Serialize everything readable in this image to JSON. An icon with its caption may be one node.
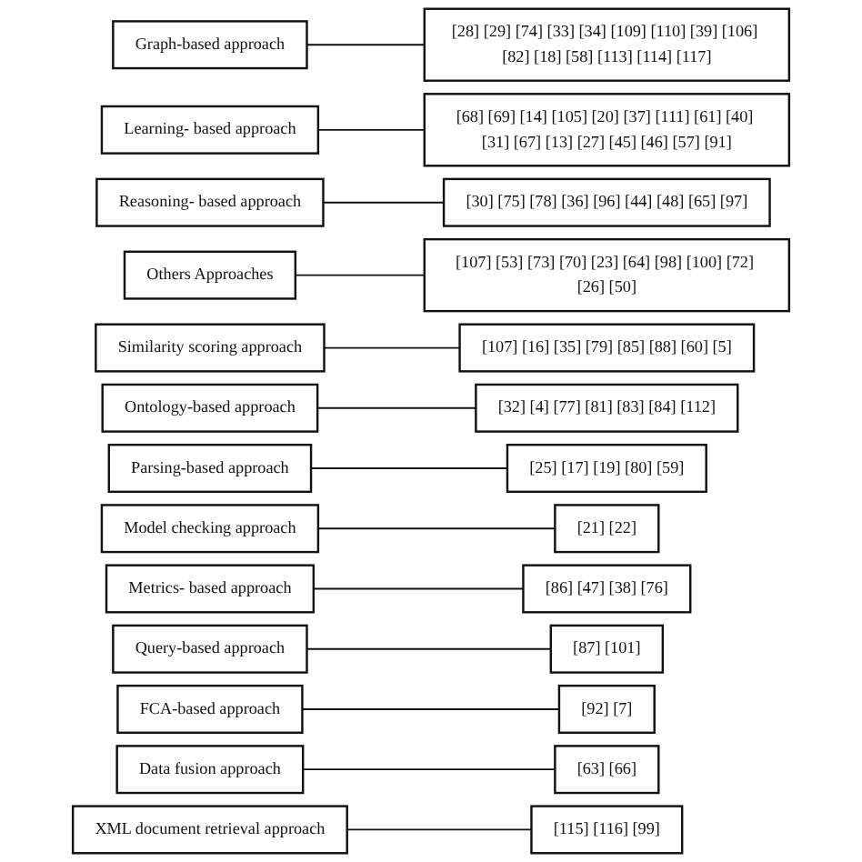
{
  "diagram": {
    "nodes": [
      {
        "text": [
          "Graph-based approach"
        ]
      },
      {
        "text": [
          "[28] [29] [74] [33] [34] [109] [110] [39] [106] [82] [18] [58] [113] [114] [117]"
        ]
      },
      {
        "text": [
          "Learning- based approach"
        ]
      },
      {
        "text": [
          "[68] [69] [14] [105] [20] [37] [111] [61] [40] [31] [67] [13] [27] [45] [46] [57] [91]"
        ]
      },
      {
        "text": [
          "Reasoning- based approach"
        ]
      },
      {
        "text": [
          "[30] [75] [78] [36] [96] [44] [48] [65] [97]"
        ]
      },
      {
        "text": [
          "Others Approaches"
        ]
      },
      {
        "text": [
          "[107] [53] [73] [70] [23] [64] [98] [100] [72] [26] [50]"
        ]
      },
      {
        "text": [
          "Similarity scoring approach"
        ]
      },
      {
        "text": [
          "[107] [16] [35] [79] [85] [88] [60] [5]"
        ]
      },
      {
        "text": [
          "Ontology-based approach"
        ]
      },
      {
        "text": [
          "[32] [4] [77] [81] [83] [84] [112]"
        ]
      },
      {
        "text": [
          "Parsing-based approach"
        ]
      },
      {
        "text": [
          "[25] [17] [19] [80] [59]"
        ]
      },
      {
        "text": [
          "Model checking approach"
        ]
      },
      {
        "text": [
          "[21] [22]"
        ]
      },
      {
        "text": [
          "Metrics- based approach"
        ]
      },
      {
        "text": [
          "[86] [47] [38] [76]"
        ]
      },
      {
        "text": [
          "Query-based approach"
        ]
      },
      {
        "text": [
          "[87] [101]"
        ]
      },
      {
        "text": [
          "FCA-based approach"
        ]
      },
      {
        "text": [
          "[92] [7]"
        ]
      },
      {
        "text": [
          "Data fusion approach"
        ]
      },
      {
        "text": [
          "[63] [66]"
        ]
      },
      {
        "text": [
          "XML document retrieval approach"
        ]
      },
      {
        "text": [
          "[115] [116] [99]"
        ]
      }
    ],
    "edges": [
      {
        "from": 0,
        "to": 1,
        "arrow": "none"
      },
      {
        "from": 2,
        "to": 3,
        "arrow": "none"
      },
      {
        "from": 4,
        "to": 5,
        "arrow": "none"
      },
      {
        "from": 6,
        "to": 7,
        "arrow": "none"
      },
      {
        "from": 8,
        "to": 9,
        "arrow": "none"
      },
      {
        "from": 10,
        "to": 11,
        "arrow": "none"
      },
      {
        "from": 12,
        "to": 13,
        "arrow": "none"
      },
      {
        "from": 14,
        "to": 15,
        "arrow": "none"
      },
      {
        "from": 16,
        "to": 17,
        "arrow": "none"
      },
      {
        "from": 18,
        "to": 19,
        "arrow": "none"
      },
      {
        "from": 20,
        "to": 21,
        "arrow": "none"
      },
      {
        "from": 22,
        "to": 23,
        "arrow": "none"
      },
      {
        "from": 24,
        "to": 25,
        "arrow": "none"
      }
    ]
  }
}
